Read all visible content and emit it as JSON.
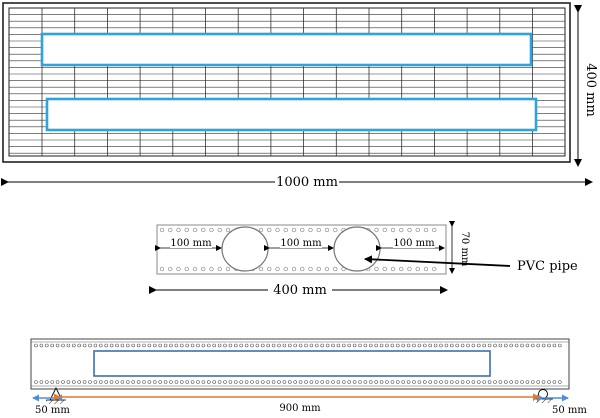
{
  "plan_view": {
    "width_label": "1000 mm",
    "height_label": "400 mm"
  },
  "cross_section": {
    "spacing_left": "100 mm",
    "spacing_middle": "100 mm",
    "spacing_right": "100 mm",
    "depth_label": "70 mm",
    "width_label": "400 mm",
    "pipe_label": "PVC pipe"
  },
  "elevation": {
    "support_left_label": "50 mm",
    "span_label": "900 mm",
    "support_right_label": "50 mm"
  },
  "colors": {
    "void_outline": "#2ea3dc",
    "void_outline_dark": "#3a6fb5",
    "arrow_blue": "#4f8fd6",
    "arrow_orange": "#e07a2e",
    "line": "#222222",
    "grid": "#333333"
  }
}
